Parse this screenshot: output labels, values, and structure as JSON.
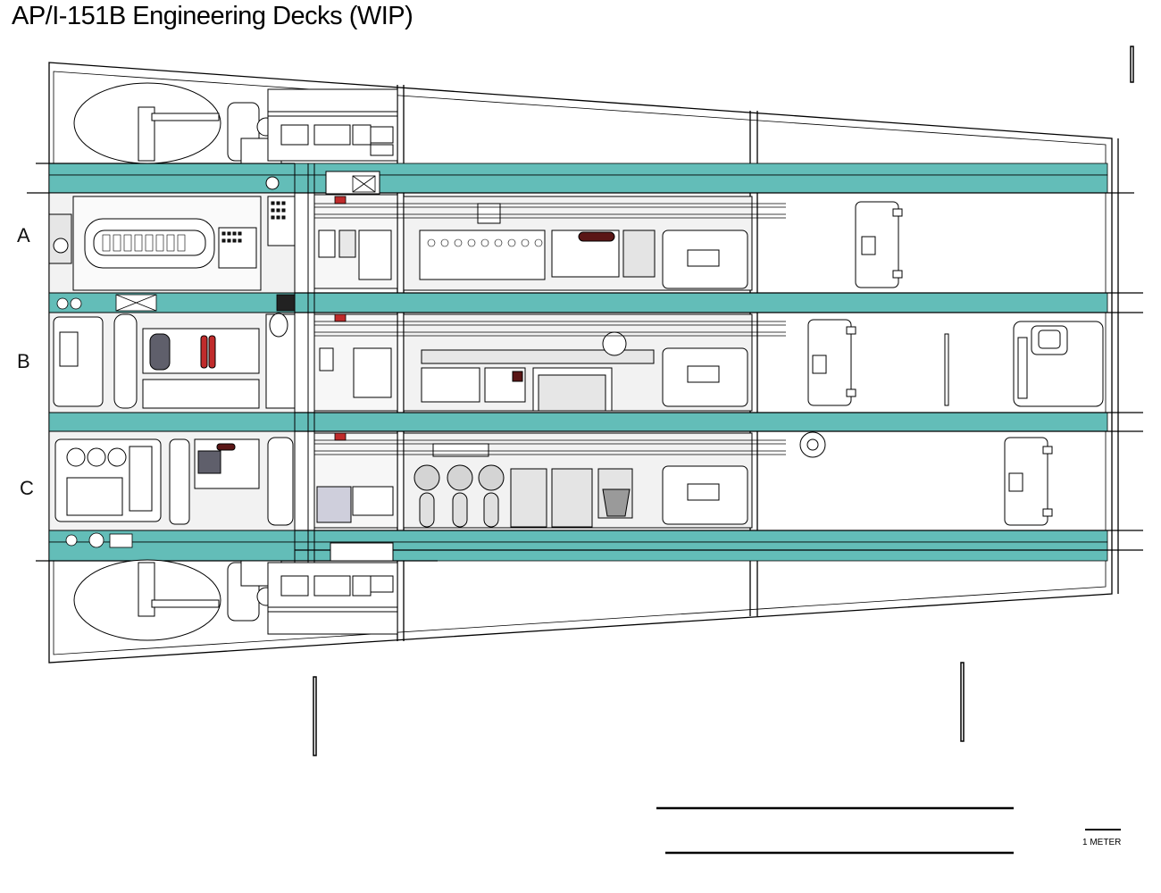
{
  "title": "AP/I-151B Engineering Decks (WIP)",
  "decks": [
    {
      "label": "A"
    },
    {
      "label": "B"
    },
    {
      "label": "C"
    }
  ],
  "scale_bar": {
    "caption": "1 METER"
  },
  "colors": {
    "walkway": "#63bdb8",
    "line": "#000000",
    "fill_light": "#f2f2f2",
    "fill_mid": "#d4d4d4",
    "panel_dark": "#5f5f6b",
    "accent_red": "#c02b2b",
    "accent_maroon": "#5a1616"
  }
}
